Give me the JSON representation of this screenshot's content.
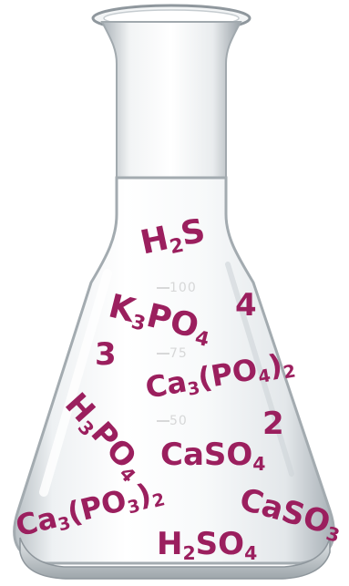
{
  "image": {
    "subject": "erlenmeyer-flask",
    "label_color": "#9b1f5e",
    "glass_color": "#dfe3e6",
    "background_color": "#ffffff"
  },
  "graduations": [
    "100",
    "75",
    "50"
  ],
  "labels": [
    {
      "id": "h2s",
      "parts": [
        [
          "H",
          ""
        ],
        [
          "2",
          "sub"
        ],
        [
          "S",
          ""
        ]
      ]
    },
    {
      "id": "k3po4",
      "parts": [
        [
          "K",
          ""
        ],
        [
          "3",
          "sub"
        ],
        [
          "PO",
          ""
        ],
        [
          "4",
          "sub"
        ]
      ]
    },
    {
      "id": "num4",
      "parts": [
        [
          "4",
          ""
        ]
      ]
    },
    {
      "id": "num3",
      "parts": [
        [
          "3",
          ""
        ]
      ]
    },
    {
      "id": "h3po4",
      "parts": [
        [
          "H",
          ""
        ],
        [
          "3",
          "sub"
        ],
        [
          "PO",
          ""
        ],
        [
          "4",
          "sub"
        ]
      ]
    },
    {
      "id": "ca3po42",
      "parts": [
        [
          "Ca",
          ""
        ],
        [
          "3",
          "sub"
        ],
        [
          "(PO",
          ""
        ],
        [
          "4",
          "sub"
        ],
        [
          ")",
          ""
        ],
        [
          "2",
          "sub"
        ]
      ]
    },
    {
      "id": "num2",
      "parts": [
        [
          "2",
          ""
        ]
      ]
    },
    {
      "id": "caso4",
      "parts": [
        [
          "CaSO",
          ""
        ],
        [
          "4",
          "sub"
        ]
      ]
    },
    {
      "id": "caso3",
      "parts": [
        [
          "CaSO",
          ""
        ],
        [
          "3",
          "sub"
        ]
      ]
    },
    {
      "id": "ca3po32",
      "parts": [
        [
          "Ca",
          ""
        ],
        [
          "3",
          "sub"
        ],
        [
          "(PO",
          ""
        ],
        [
          "3",
          "sub"
        ],
        [
          ")",
          ""
        ],
        [
          "2",
          "sub"
        ]
      ]
    },
    {
      "id": "h2so4",
      "parts": [
        [
          "H",
          ""
        ],
        [
          "2",
          "sub"
        ],
        [
          "SO",
          ""
        ],
        [
          "4",
          "sub"
        ]
      ]
    }
  ]
}
